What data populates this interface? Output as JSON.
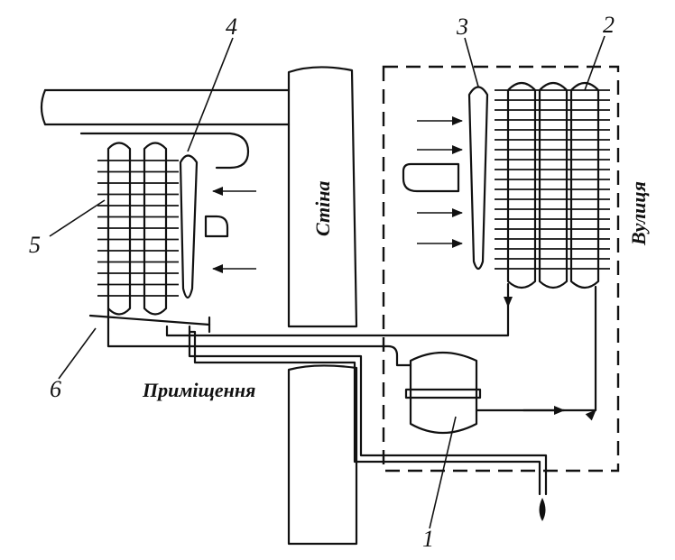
{
  "labels": {
    "wall": "Стіна",
    "room": "Приміщення",
    "street": "Вулиця"
  },
  "callouts": {
    "compressor": "1",
    "outdoor_condenser": "2",
    "outdoor_fan": "3",
    "indoor_fan": "4",
    "indoor_evaporator": "5",
    "drain_tray": "6"
  }
}
